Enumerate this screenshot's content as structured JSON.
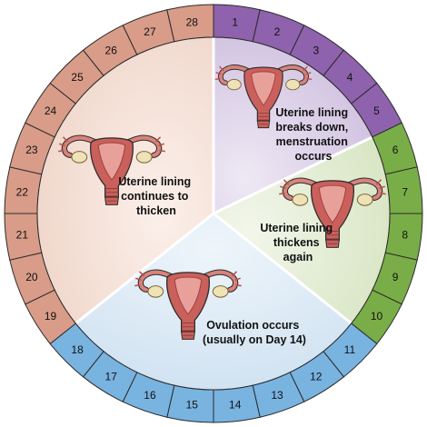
{
  "colors": {
    "menstruation_ring": "#8e62ac",
    "menstruation_fill": "#d9cde6",
    "early_follicular_ring": "#79ad48",
    "early_follicular_fill": "#dfe9cd",
    "ovulation_ring": "#79b3e0",
    "ovulation_fill": "#d7e7f3",
    "luteal_ring": "#d89c89",
    "luteal_fill": "#f2dcd2",
    "uterus_body": "#c9605c",
    "uterus_light": "#e8a09a",
    "ovary": "#efe2b6",
    "outline": "#2b2b2b"
  },
  "days": [
    "1",
    "2",
    "3",
    "4",
    "5",
    "6",
    "7",
    "8",
    "9",
    "10",
    "11",
    "12",
    "13",
    "14",
    "15",
    "16",
    "17",
    "18",
    "19",
    "20",
    "21",
    "22",
    "23",
    "24",
    "25",
    "26",
    "27",
    "28"
  ],
  "phases": [
    {
      "id": "menstruation",
      "label_lines": [
        "Uterine lining",
        "breaks down,",
        "menstruation",
        "occurs"
      ]
    },
    {
      "id": "thickens-again",
      "label_lines": [
        "Uterine lining",
        "thickens",
        "again"
      ]
    },
    {
      "id": "ovulation",
      "label_lines": [
        "Ovulation occurs",
        "(usually on Day 14)"
      ]
    },
    {
      "id": "continues-thicken",
      "label_lines": [
        "Uterine lining",
        "continues to",
        "thicken"
      ]
    }
  ],
  "icons": [
    "uterus-icon",
    "uterus-icon",
    "uterus-icon",
    "uterus-icon"
  ]
}
